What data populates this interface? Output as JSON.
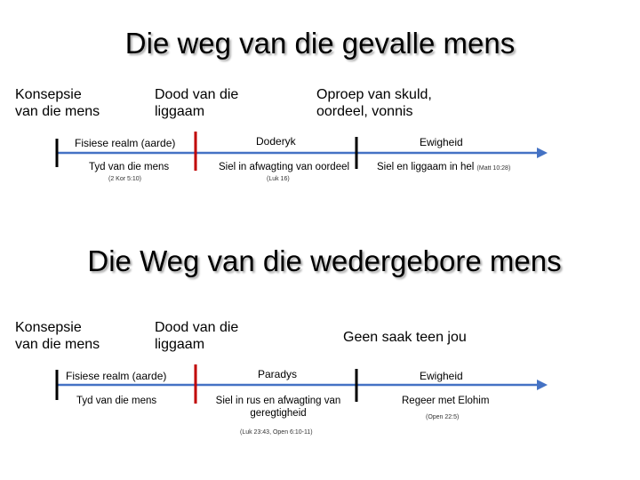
{
  "section1": {
    "title": "Die weg van die gevalle mens",
    "head_konsepsie": [
      "Konsepsie",
      "van die mens"
    ],
    "head_dood": [
      "Dood van die",
      "liggaam"
    ],
    "head_oproep": [
      "Oproep van skuld,",
      "oordeel, vonnis"
    ],
    "label_fisiese": "Fisiese realm (aarde)",
    "label_doderyk": "Doderyk",
    "label_ewigheid": "Ewigheid",
    "sub_tyd": "Tyd van die mens",
    "sub_siel": "Siel in afwagting van oordeel",
    "sub_hel": "Siel en liggaam in hel",
    "ref_hel": "(Matt 10:28)",
    "ref_kor": "(2 Kor 5:10)",
    "ref_luk": "(Luk 16)"
  },
  "section2": {
    "title": "Die Weg van die wedergebore mens",
    "head_konsepsie": [
      "Konsepsie",
      "van die mens"
    ],
    "head_dood": [
      "Dood van die",
      "liggaam"
    ],
    "head_saak": "Geen saak teen jou",
    "label_fisiese": "Fisiese realm (aarde)",
    "label_paradys": "Paradys",
    "label_ewigheid": "Ewigheid",
    "sub_tyd": "Tyd van die mens",
    "sub_siel": [
      "Siel in rus en afwagting van",
      "geregtigheid"
    ],
    "sub_regeer": "Regeer met Elohim",
    "ref_open": "(Open 22:5)",
    "ref_luk": "(Luk 23:43, Open 6:10-11)"
  },
  "colors": {
    "axis": "#4472c4",
    "start_tick": "#000000",
    "death_tick": "#c00000",
    "mid_tick": "#000000"
  }
}
